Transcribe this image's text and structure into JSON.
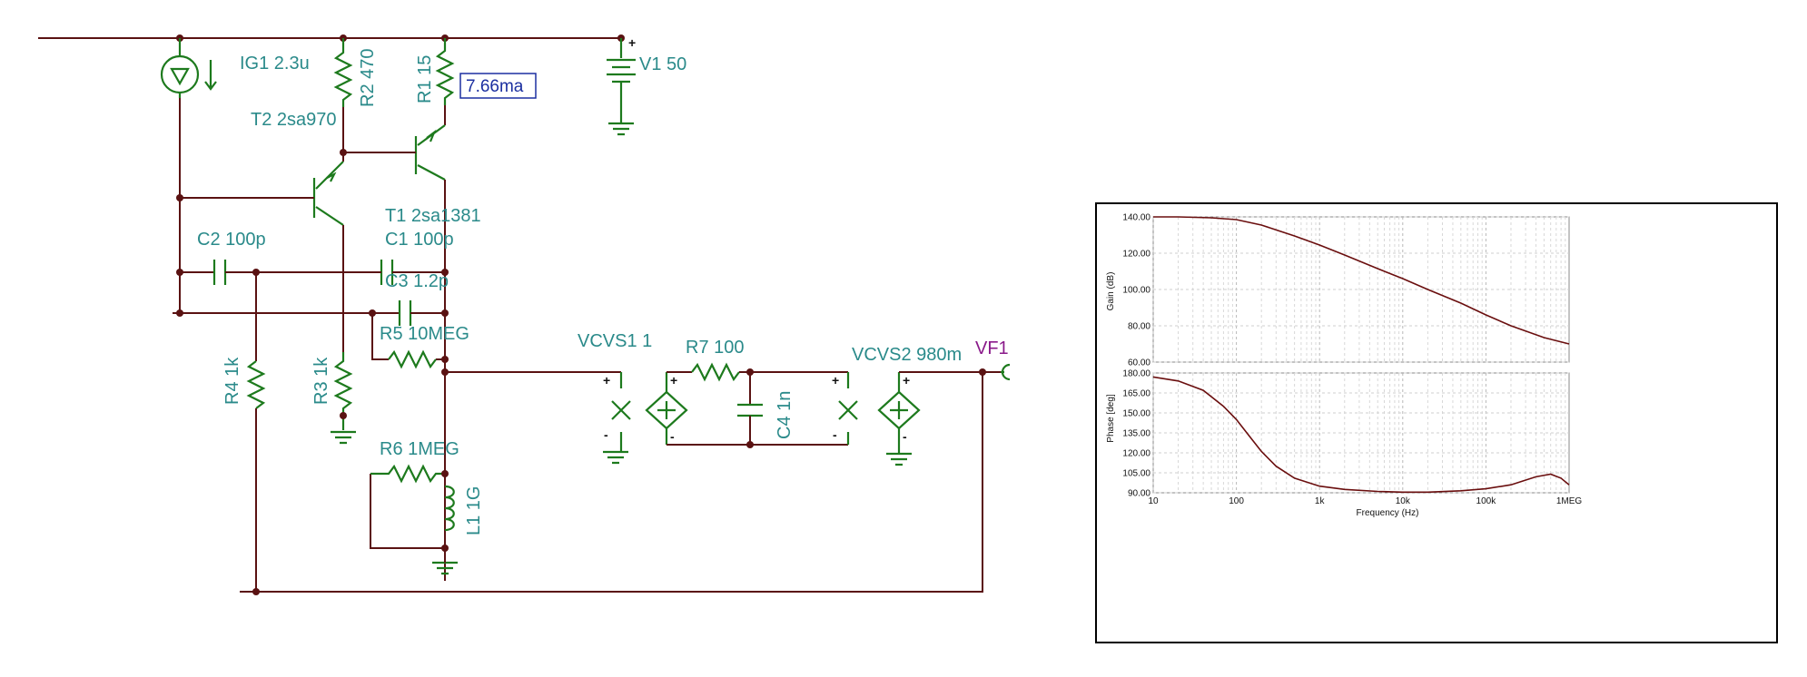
{
  "schematic": {
    "labels": {
      "ig1": "IG1 2.3u",
      "r2": "R2 470",
      "r1": "R1 15",
      "meter": "7.66ma",
      "v1": "V1 50",
      "t2": "T2 2sa970",
      "t1": "T1 2sa1381",
      "c2": "C2 100p",
      "c1": "C1 100p",
      "c3": "C3 1.2p",
      "r5": "R5 10MEG",
      "r4": "R4 1k",
      "r3": "R3 1k",
      "vcvs1": "VCVS1 1",
      "r7": "R7 100",
      "c4": "C4 1n",
      "vcvs2": "VCVS2 980m",
      "vf1": "VF1",
      "r6": "R6 1MEG",
      "l1": "L1 1G"
    },
    "colors": {
      "wire": "#5a1212",
      "component": "#1d7a1d",
      "label": "#2a8a8a",
      "probe": "#8a1a8a",
      "meter": "#1b2fa0"
    }
  },
  "chart_data": [
    {
      "type": "line",
      "title": "",
      "xlabel": "",
      "ylabel": "Gain (dB)",
      "xscale": "log",
      "xlim": [
        10,
        1000000
      ],
      "ylim": [
        60,
        140
      ],
      "yticks": [
        "140.00",
        "120.00",
        "100.00",
        "80.00",
        "60.00"
      ],
      "grid": true,
      "color": "#6a0e0e",
      "series": [
        {
          "x": [
            10,
            20,
            50,
            100,
            200,
            500,
            1000,
            2000,
            5000,
            10000,
            20000,
            50000,
            100000,
            200000,
            500000,
            1000000
          ],
          "y": [
            140,
            140,
            139.5,
            138.5,
            135.5,
            129.5,
            124.5,
            119,
            111.5,
            106,
            100,
            92.5,
            86,
            80,
            73.5,
            70
          ]
        }
      ]
    },
    {
      "type": "line",
      "title": "",
      "xlabel": "Frequency (Hz)",
      "ylabel": "Phase [deg]",
      "xscale": "log",
      "xlim": [
        10,
        1000000
      ],
      "ylim": [
        90,
        180
      ],
      "yticks": [
        "180.00",
        "165.00",
        "150.00",
        "135.00",
        "120.00",
        "105.00",
        "90.00"
      ],
      "xticks": [
        "10",
        "100",
        "1k",
        "10k",
        "100k",
        "1MEG"
      ],
      "grid": true,
      "color": "#6a0e0e",
      "series": [
        {
          "x": [
            10,
            20,
            40,
            70,
            100,
            150,
            200,
            300,
            500,
            1000,
            2000,
            5000,
            10000,
            20000,
            50000,
            100000,
            200000,
            400000,
            600000,
            800000,
            1000000
          ],
          "y": [
            177,
            174,
            167,
            155,
            145,
            131,
            121,
            110,
            101,
            95,
            92.5,
            91,
            90.5,
            90.5,
            91.5,
            93,
            96,
            102,
            104,
            101,
            96
          ]
        }
      ]
    }
  ]
}
